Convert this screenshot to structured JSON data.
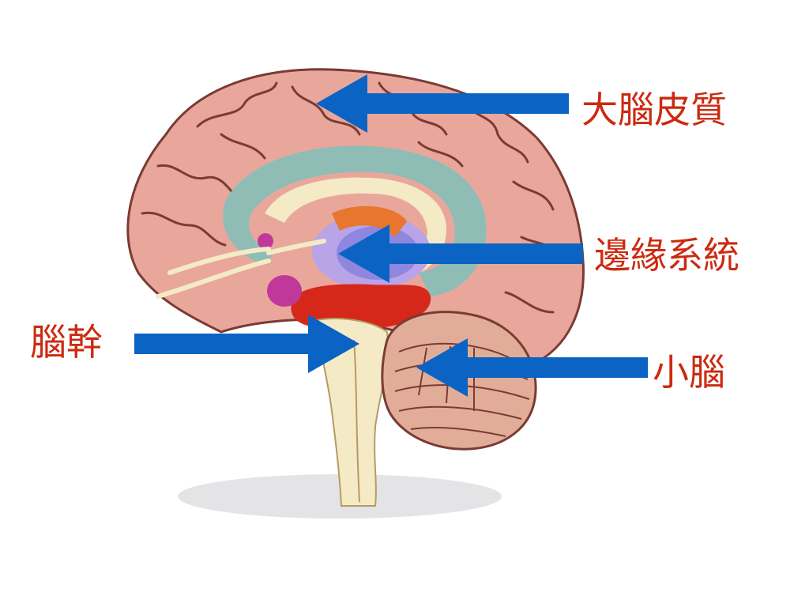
{
  "colors": {
    "label_text": "#cc2a10",
    "arrow": "#0b63c4",
    "cortex": "#e9a79c",
    "cortex_outline": "#7a3b33",
    "limbic_ring": "#8fbdb6",
    "thalamus": "#b9a4e8",
    "red_region": "#d6281a",
    "magenta": "#c0389a",
    "stem": "#f4ebc6",
    "cerebellum": "#e2ad98",
    "shadow": "#e4e4e7"
  },
  "labels": {
    "cerebral_cortex": "大腦皮質",
    "limbic_system": "邊緣系統",
    "brainstem": "腦幹",
    "cerebellum": "小腦"
  }
}
